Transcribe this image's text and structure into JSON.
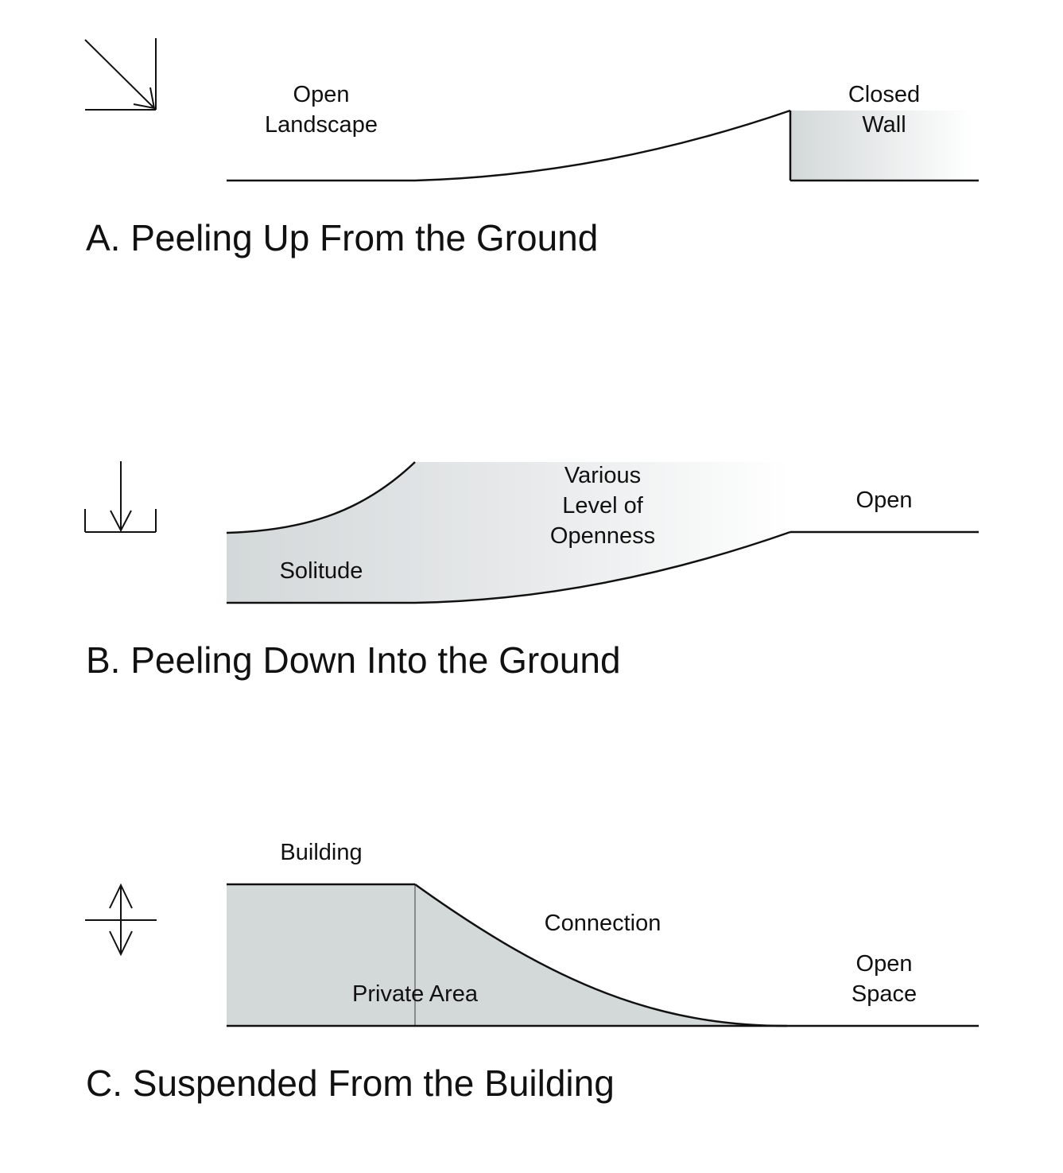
{
  "colors": {
    "stroke": "#111111",
    "fill_gray": "#d3d8d9",
    "divider": "#8a8a8a",
    "background": "#ffffff"
  },
  "panels": {
    "a": {
      "title": "A. Peeling Up From the Ground",
      "icon": "diagonal-arrow-into-corner-icon",
      "label_left": "Open Landscape",
      "label_right": "Closed Wall"
    },
    "b": {
      "title": "B. Peeling Down Into the Ground",
      "icon": "down-arrow-into-cup-icon",
      "label_center": "Various Level of Openness",
      "label_right": "Open",
      "label_fill": "Solitude"
    },
    "c": {
      "title": "C. Suspended From the Building",
      "icon": "double-arrow-through-line-icon",
      "label_left_top": "Building",
      "label_center": "Connection",
      "label_right": "Open Space",
      "label_fill": "Private Area"
    }
  }
}
